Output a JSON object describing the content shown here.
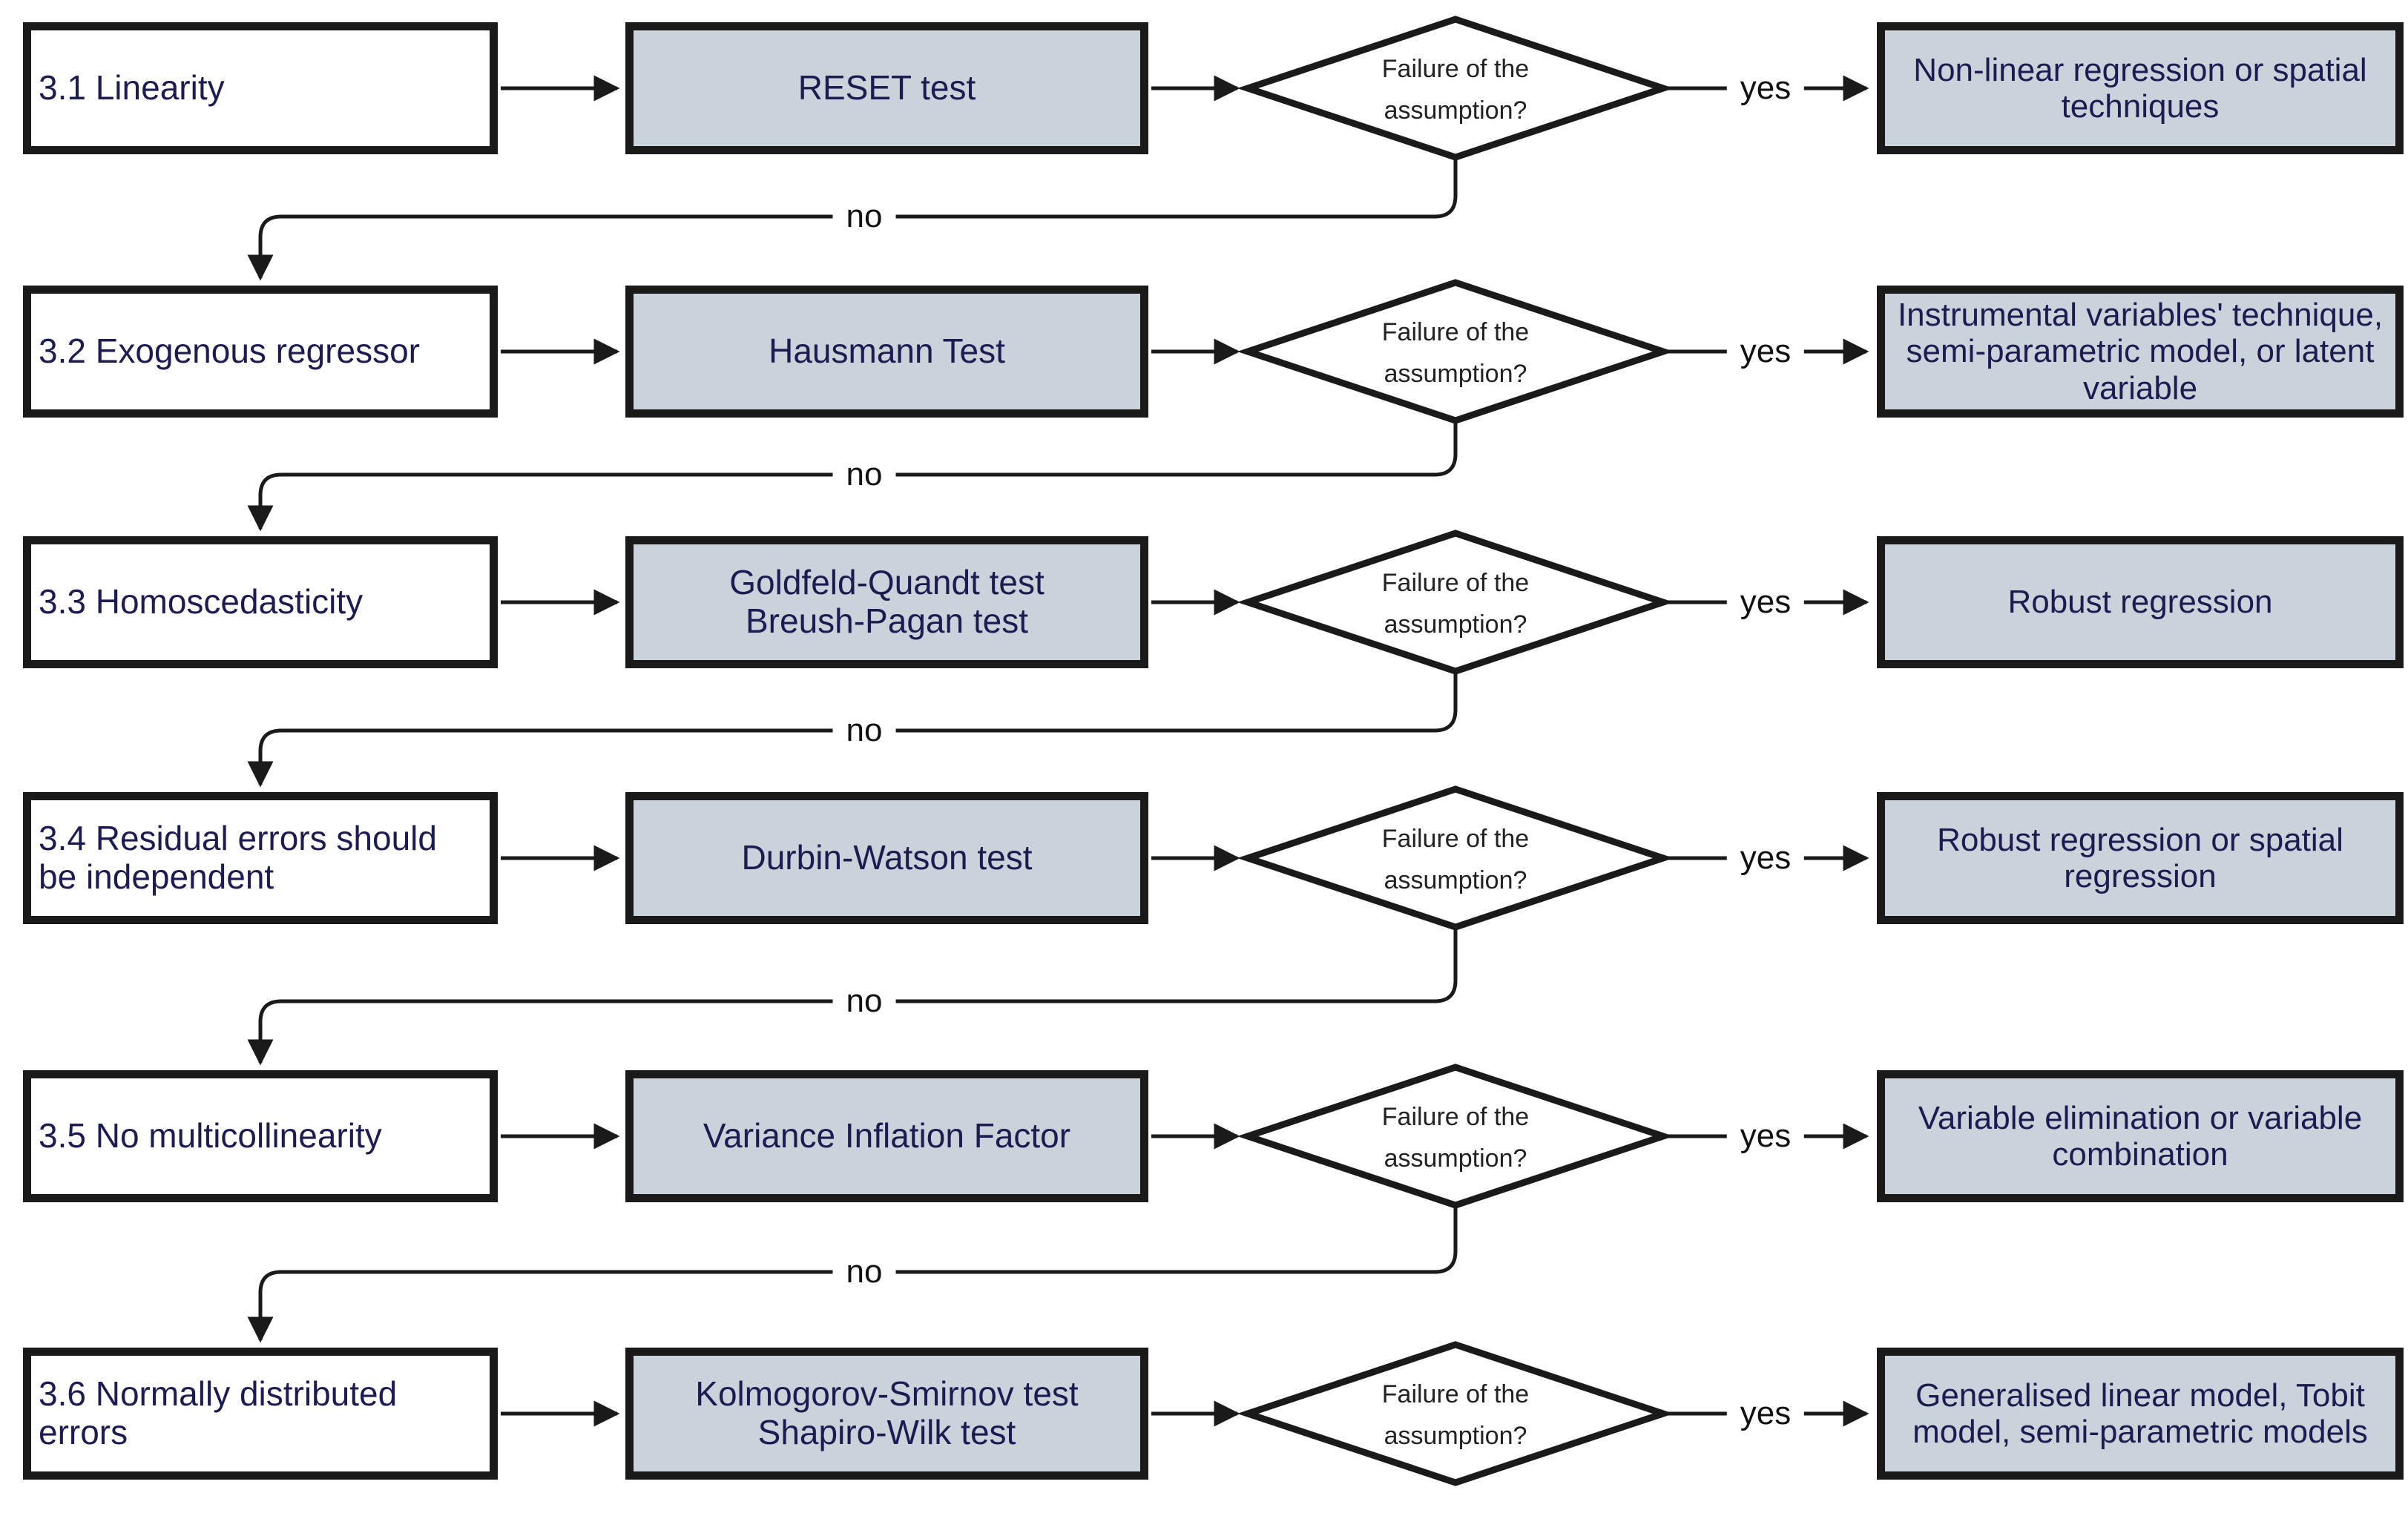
{
  "colors": {
    "node_fill": "#cad3da",
    "node_text": "#1c1c52",
    "line": "#1a1a1a",
    "decision_text": "#222222",
    "background": "#ffffff"
  },
  "diagram": {
    "rows": [
      {
        "assumption": "3.1 Linearity",
        "test_lines": [
          "RESET test"
        ],
        "decision_lines": [
          "Failure of the",
          "assumption?"
        ],
        "yes_label": "yes",
        "no_label": "no",
        "remedy": "Non-linear regression or spatial techniques"
      },
      {
        "assumption": "3.2 Exogenous regressor",
        "test_lines": [
          "Hausmann Test"
        ],
        "decision_lines": [
          "Failure of the",
          "assumption?"
        ],
        "yes_label": "yes",
        "no_label": "no",
        "remedy": "Instrumental variables' technique, semi-parametric model, or latent variable"
      },
      {
        "assumption": "3.3 Homoscedasticity",
        "test_lines": [
          "Goldfeld-Quandt test",
          "Breush-Pagan test"
        ],
        "decision_lines": [
          "Failure of the",
          "assumption?"
        ],
        "yes_label": "yes",
        "no_label": "no",
        "remedy": "Robust regression"
      },
      {
        "assumption": "3.4 Residual errors should be independent",
        "test_lines": [
          "Durbin-Watson test"
        ],
        "decision_lines": [
          "Failure of the",
          "assumption?"
        ],
        "yes_label": "yes",
        "no_label": "no",
        "remedy": "Robust regression or spatial regression"
      },
      {
        "assumption": "3.5 No multicollinearity",
        "test_lines": [
          "Variance Inflation Factor"
        ],
        "decision_lines": [
          "Failure of the",
          "assumption?"
        ],
        "yes_label": "yes",
        "no_label": "no",
        "remedy": "Variable elimination or variable combination"
      },
      {
        "assumption": "3.6 Normally distributed errors",
        "test_lines": [
          "Kolmogorov-Smirnov test",
          "Shapiro-Wilk test"
        ],
        "decision_lines": [
          "Failure of the",
          "assumption?"
        ],
        "yes_label": "yes",
        "remedy": "Generalised linear model, Tobit model, semi-parametric models"
      }
    ]
  }
}
